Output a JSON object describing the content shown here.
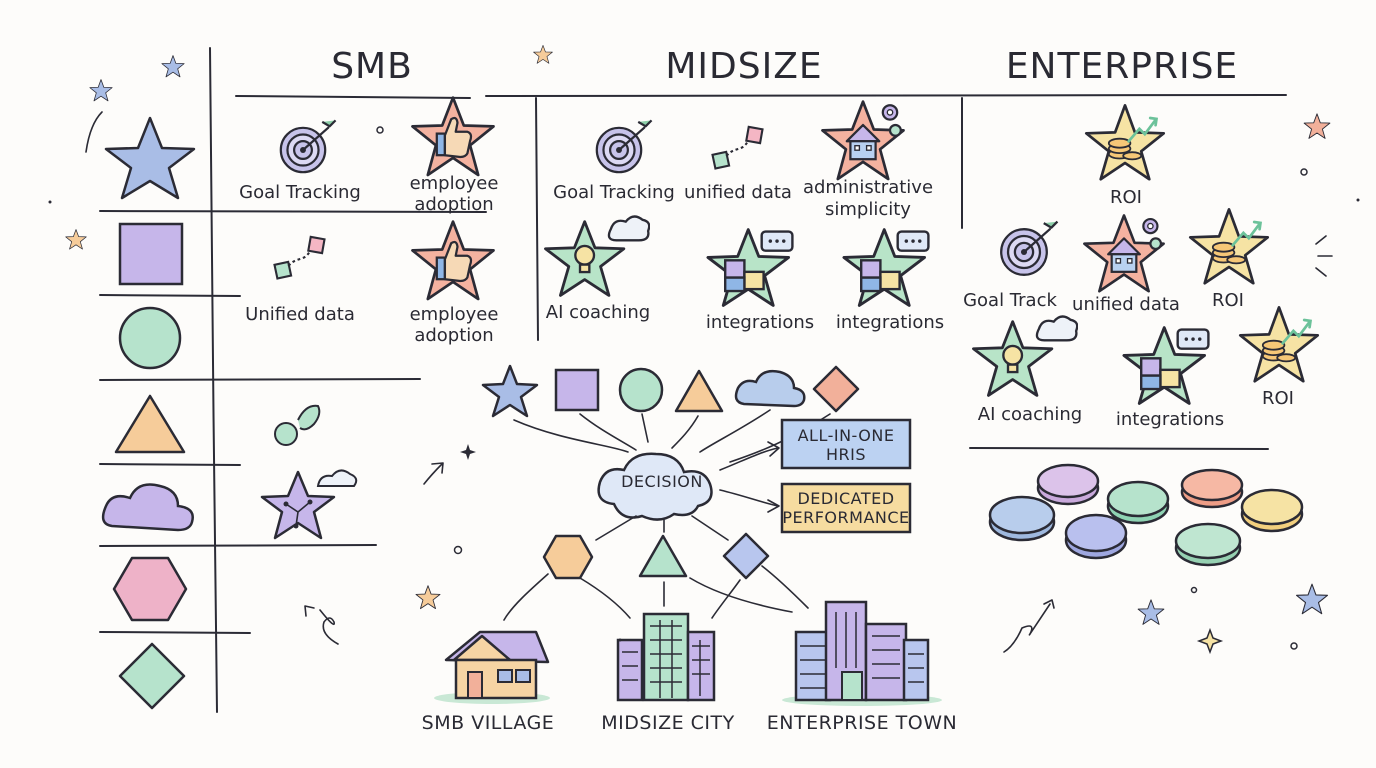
{
  "headers": {
    "smb": "SMB",
    "midsize": "MIDSIZE",
    "enterprise": "ENTERPRISE"
  },
  "smb": {
    "goal_tracking": "Goal Tracking",
    "employee_adoption_1": [
      "employee",
      "adoption"
    ],
    "unified_data": "Unified data",
    "employee_adoption_2": [
      "employee",
      "adoption"
    ]
  },
  "midsize": {
    "goal_tracking": "Goal Tracking",
    "unified_data": "unified data",
    "administrative_simplicity": [
      "administrative",
      "simplicity"
    ],
    "ai_coaching": "AI coaching",
    "integrations_1": "integrations",
    "integrations_2": "integrations"
  },
  "enterprise": {
    "roi_1": "ROI",
    "goal_track": "Goal Track",
    "unified_data": "unified data",
    "roi_2": "ROI",
    "ai_coaching": "AI coaching",
    "integrations": "integrations",
    "roi_3": "ROI"
  },
  "flow": {
    "decision": "DECISION",
    "all_in_one": [
      "ALL-IN-ONE",
      "HRIS"
    ],
    "dedicated": [
      "DEDICATED",
      "PERFORMANCE"
    ]
  },
  "places": {
    "smb_village": "SMB VILLAGE",
    "midsize_city": "MIDSIZE CITY",
    "enterprise_town": "ENTERPRISE TOWN"
  },
  "colors": {
    "blue": "#a9bde6",
    "purple": "#c6b6ea",
    "green": "#b6e3cc",
    "orange": "#f6cc9a",
    "pink": "#eeb2c8",
    "yellow": "#f6e3a4",
    "salmon": "#f2b09a",
    "ink": "#2b2b35"
  }
}
